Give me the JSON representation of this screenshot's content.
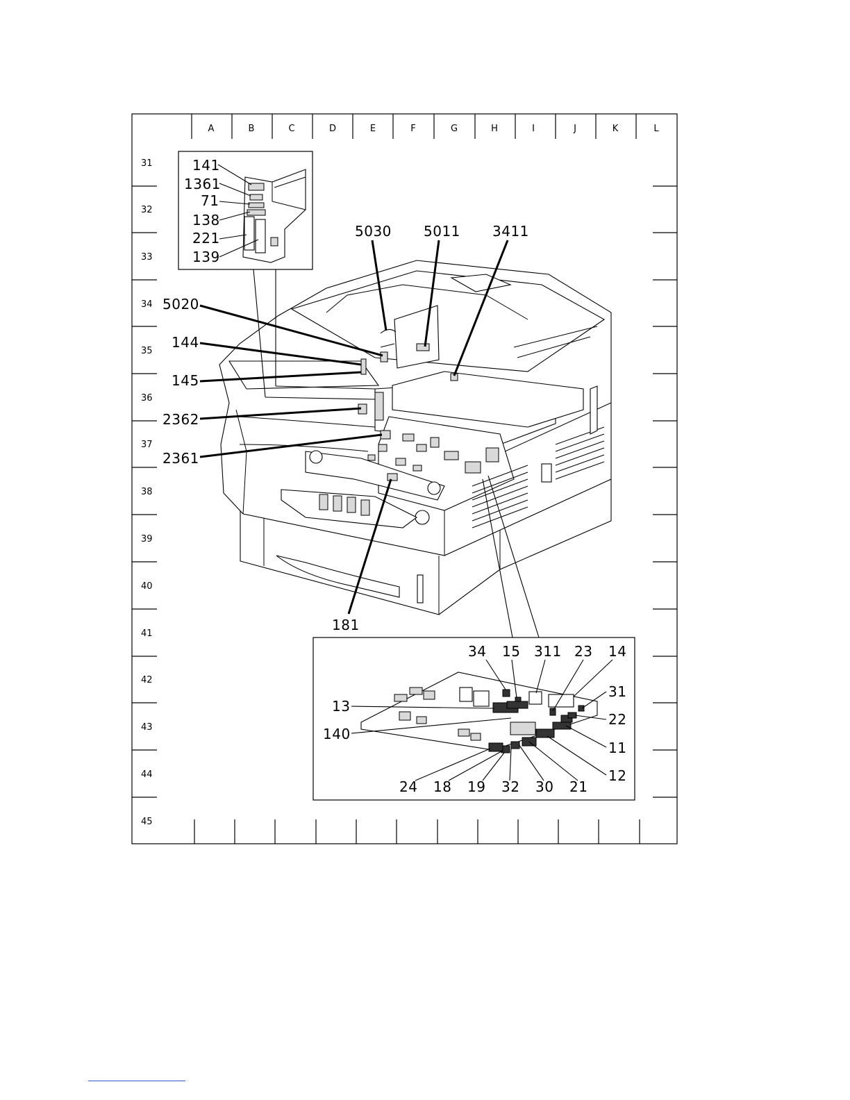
{
  "grid": {
    "columns": [
      "A",
      "B",
      "C",
      "D",
      "E",
      "F",
      "G",
      "H",
      "I",
      "J",
      "K",
      "L"
    ],
    "rows": [
      "31",
      "32",
      "33",
      "34",
      "35",
      "36",
      "37",
      "38",
      "39",
      "40",
      "41",
      "42",
      "43",
      "44",
      "45"
    ]
  },
  "callouts_main": {
    "c5030": "5030",
    "c5011": "5011",
    "c3411": "3411",
    "c5020": "5020",
    "c144": "144",
    "c145": "145",
    "c2362": "2362",
    "c2361": "2361",
    "c181": "181"
  },
  "callouts_inset_top": {
    "c141": "141",
    "c1361": "1361",
    "c71": "71",
    "c138": "138",
    "c221": "221",
    "c139": "139"
  },
  "callouts_inset_bottom": {
    "c34": "34",
    "c15": "15",
    "c311": "311",
    "c23": "23",
    "c14": "14",
    "c31": "31",
    "c22": "22",
    "c11": "11",
    "c12": "12",
    "c13": "13",
    "c140": "140",
    "c24": "24",
    "c18": "18",
    "c19": "19",
    "c32": "32",
    "c30": "30",
    "c21": "21"
  },
  "icons": {
    "printer": "printer-illustration-icon",
    "connector_panel": "connector-panel-icon",
    "circuit_board": "circuit-board-icon"
  }
}
